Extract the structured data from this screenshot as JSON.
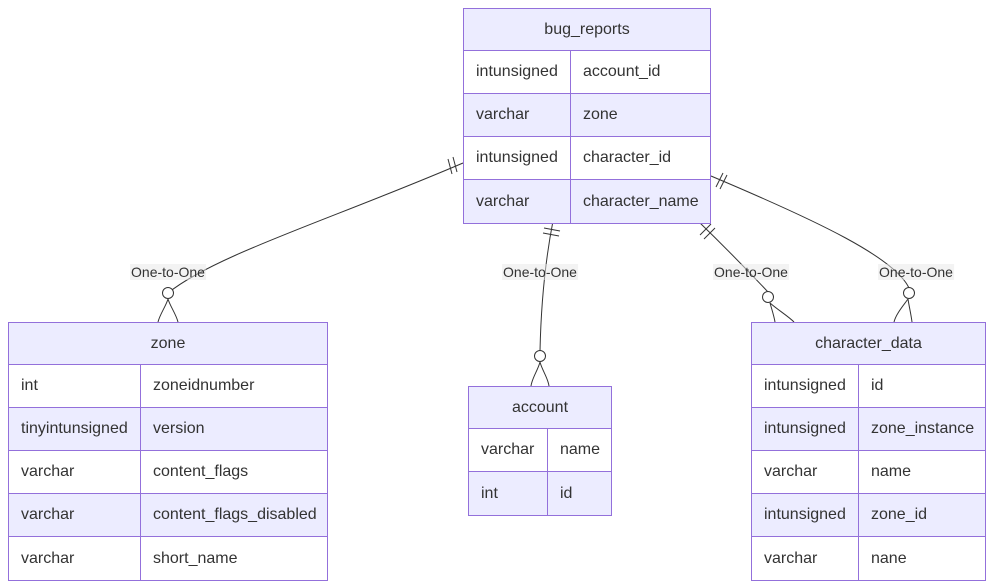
{
  "entities": {
    "bug_reports": {
      "title": "bug_reports",
      "attributes": [
        {
          "type": "intunsigned",
          "name": "account_id"
        },
        {
          "type": "varchar",
          "name": "zone"
        },
        {
          "type": "intunsigned",
          "name": "character_id"
        },
        {
          "type": "varchar",
          "name": "character_name"
        }
      ]
    },
    "zone": {
      "title": "zone",
      "attributes": [
        {
          "type": "int",
          "name": "zoneidnumber"
        },
        {
          "type": "tinyintunsigned",
          "name": "version"
        },
        {
          "type": "varchar",
          "name": "content_flags"
        },
        {
          "type": "varchar",
          "name": "content_flags_disabled"
        },
        {
          "type": "varchar",
          "name": "short_name"
        }
      ]
    },
    "account": {
      "title": "account",
      "attributes": [
        {
          "type": "varchar",
          "name": "name"
        },
        {
          "type": "int",
          "name": "id"
        }
      ]
    },
    "character_data": {
      "title": "character_data",
      "attributes": [
        {
          "type": "intunsigned",
          "name": "id"
        },
        {
          "type": "intunsigned",
          "name": "zone_instance"
        },
        {
          "type": "varchar",
          "name": "name"
        },
        {
          "type": "intunsigned",
          "name": "zone_id"
        },
        {
          "type": "varchar",
          "name": "nane"
        }
      ]
    }
  },
  "relationships": [
    {
      "from": "bug_reports",
      "to": "zone",
      "label": "One-to-One"
    },
    {
      "from": "bug_reports",
      "to": "account",
      "label": "One-to-One"
    },
    {
      "from": "bug_reports",
      "to": "character_data",
      "label": "One-to-One"
    },
    {
      "from": "bug_reports",
      "to": "character_data",
      "label": "One-to-One"
    }
  ],
  "colors": {
    "border": "#9370DB",
    "fill": "#ececff",
    "line": "#333333"
  }
}
